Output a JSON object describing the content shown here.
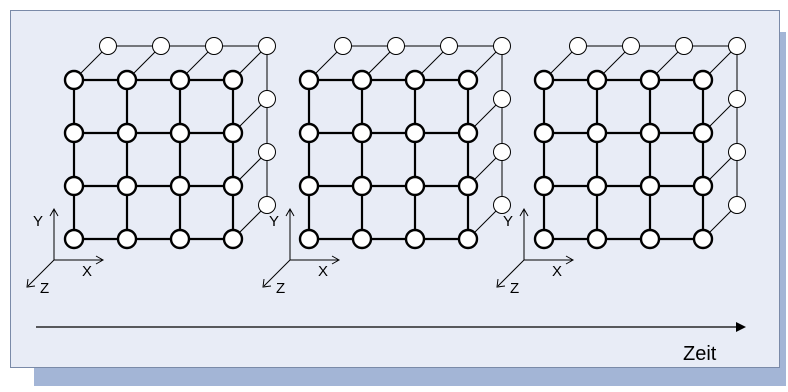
{
  "figure": {
    "cube_count": 3,
    "grid_size": 4,
    "axis_labels": {
      "x": "X",
      "y": "Y",
      "z": "Z"
    },
    "time_label": "Zeit",
    "colors": {
      "panel_background": "#e8ecf6",
      "panel_border": "#7a8aa8",
      "shadow": "#a3b5d6",
      "node_fill": "#ffffff",
      "line": "#000000"
    }
  }
}
